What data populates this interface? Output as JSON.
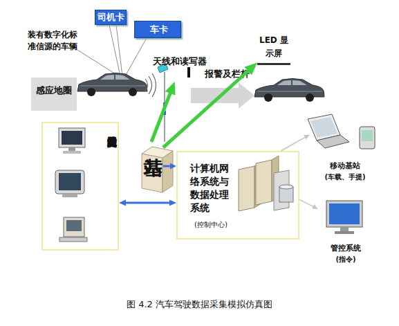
{
  "diagram": {
    "caption": "图 4.2 汽车驾驶数据采集模拟仿真图",
    "nodes": [
      {
        "text": [
          "司机卡"
        ]
      },
      {
        "text": [
          "车卡"
        ]
      },
      {
        "text": [
          "天线和读写器"
        ]
      },
      {
        "text": [
          "LED 显示屏"
        ]
      },
      {
        "text": [
          "感应地圈"
        ]
      },
      {
        "text": [
          "涉及交通的用户系统"
        ]
      },
      {
        "text": [
          "基站"
        ]
      },
      {
        "text": [
          "计算机网络系统与数据处理系统",
          "(控制中心)"
        ]
      },
      {
        "text": [
          "移动基站",
          "(车载、手提)"
        ]
      },
      {
        "text": [
          "管控系统",
          "(指令)"
        ]
      }
    ],
    "edges": [
      {
        "from": 6,
        "to": 2,
        "arrow": "to"
      },
      {
        "from": 6,
        "to": 3,
        "arrow": "to"
      },
      {
        "from": 5,
        "to": 7,
        "arrow": "both"
      },
      {
        "from": 6,
        "to": 7,
        "arrow": "to"
      },
      {
        "from": 7,
        "to": 8,
        "arrow": "to"
      },
      {
        "from": 7,
        "to": 9,
        "arrow": "to"
      }
    ],
    "labels": [
      "装有数字化标准信源的车辆",
      "报警及栏杆"
    ]
  }
}
